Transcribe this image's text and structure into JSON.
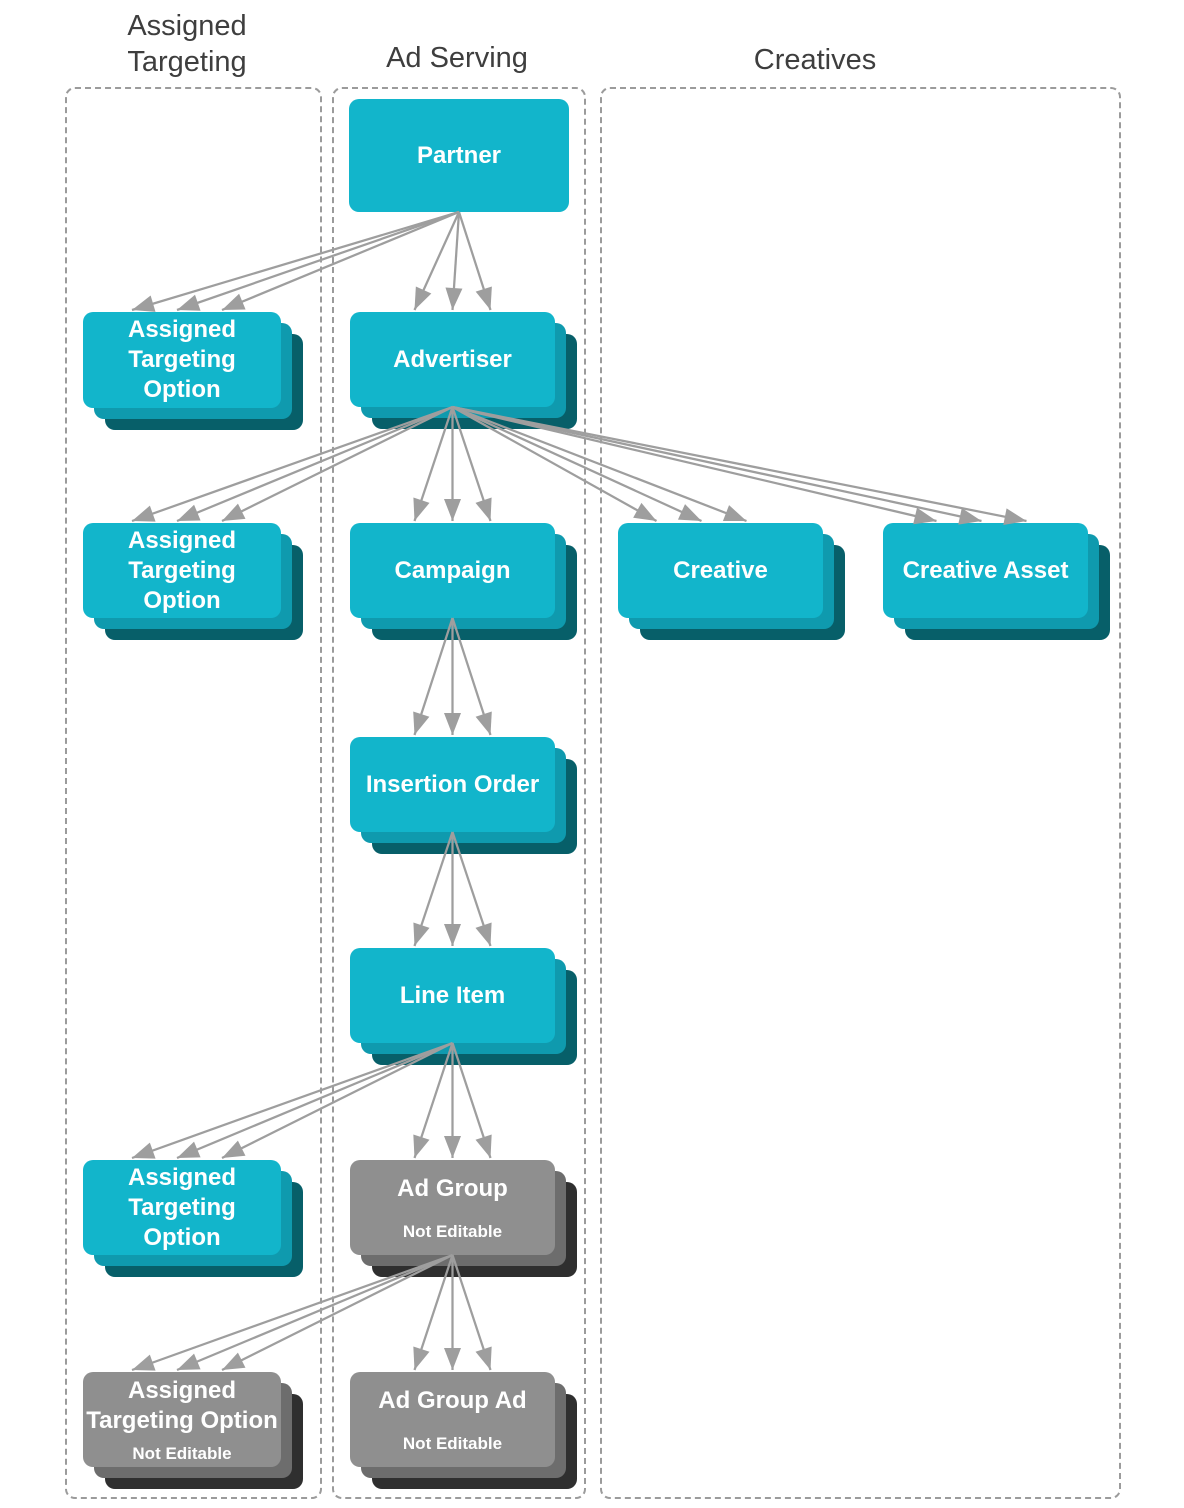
{
  "colors": {
    "editable_box": "#12b5cb",
    "editable_box_layer2": "#0f9aae",
    "editable_box_layer3": "#075f69",
    "not_editable_box": "#8f8f8f",
    "not_editable_box_layer2": "#6d6d6d",
    "not_editable_box_layer3": "#2f2f2f",
    "arrow": "#9e9e9e",
    "column_border": "#9b9b9b",
    "header_text": "#3e3e3e",
    "box_text": "#ffffff"
  },
  "headers": [
    {
      "id": "assigned-targeting",
      "label": "Assigned Targeting"
    },
    {
      "id": "ad-serving",
      "label": "Ad Serving"
    },
    {
      "id": "creatives",
      "label": "Creatives"
    }
  ],
  "nodes": [
    {
      "id": "partner",
      "label": "Partner",
      "label_lines": [
        "Partner"
      ],
      "sublabel": "",
      "column": "ad-serving",
      "style": "editable-single"
    },
    {
      "id": "assigned-targeting-option-1",
      "label": "Assigned Targeting Option",
      "label_lines": [
        "Assigned",
        "Targeting",
        "Option"
      ],
      "sublabel": "",
      "column": "assigned-targeting",
      "style": "editable-stacked"
    },
    {
      "id": "advertiser",
      "label": "Advertiser",
      "label_lines": [
        "Advertiser"
      ],
      "sublabel": "",
      "column": "ad-serving",
      "style": "editable-stacked"
    },
    {
      "id": "assigned-targeting-option-2",
      "label": "Assigned Targeting Option",
      "label_lines": [
        "Assigned",
        "Targeting",
        "Option"
      ],
      "sublabel": "",
      "column": "assigned-targeting",
      "style": "editable-stacked"
    },
    {
      "id": "campaign",
      "label": "Campaign",
      "label_lines": [
        "Campaign"
      ],
      "sublabel": "",
      "column": "ad-serving",
      "style": "editable-stacked"
    },
    {
      "id": "creative",
      "label": "Creative",
      "label_lines": [
        "Creative"
      ],
      "sublabel": "",
      "column": "creatives",
      "style": "editable-stacked"
    },
    {
      "id": "creative-asset",
      "label": "Creative Asset",
      "label_lines": [
        "Creative Asset"
      ],
      "sublabel": "",
      "column": "creatives",
      "style": "editable-stacked"
    },
    {
      "id": "insertion-order",
      "label": "Insertion Order",
      "label_lines": [
        "Insertion Order"
      ],
      "sublabel": "",
      "column": "ad-serving",
      "style": "editable-stacked"
    },
    {
      "id": "line-item",
      "label": "Line Item",
      "label_lines": [
        "Line Item"
      ],
      "sublabel": "",
      "column": "ad-serving",
      "style": "editable-stacked"
    },
    {
      "id": "assigned-targeting-option-3",
      "label": "Assigned Targeting Option",
      "label_lines": [
        "Assigned",
        "Targeting",
        "Option"
      ],
      "sublabel": "",
      "column": "assigned-targeting",
      "style": "editable-stacked"
    },
    {
      "id": "ad-group",
      "label": "Ad Group",
      "label_lines": [
        "Ad Group"
      ],
      "sublabel": "Not Editable",
      "column": "ad-serving",
      "style": "locked-stacked"
    },
    {
      "id": "assigned-targeting-option-4",
      "label": "Assigned Targeting Option",
      "label_lines": [
        "Assigned",
        "Targeting Option"
      ],
      "sublabel": "Not Editable",
      "column": "assigned-targeting",
      "style": "locked-stacked"
    },
    {
      "id": "ad-group-ad",
      "label": "Ad Group Ad",
      "label_lines": [
        "Ad Group Ad"
      ],
      "sublabel": "Not Editable",
      "column": "ad-serving",
      "style": "locked-stacked"
    }
  ],
  "edges": [
    {
      "from": "partner",
      "to": "assigned-targeting-option-1"
    },
    {
      "from": "partner",
      "to": "advertiser"
    },
    {
      "from": "advertiser",
      "to": "assigned-targeting-option-2"
    },
    {
      "from": "advertiser",
      "to": "campaign"
    },
    {
      "from": "advertiser",
      "to": "creative"
    },
    {
      "from": "advertiser",
      "to": "creative-asset"
    },
    {
      "from": "campaign",
      "to": "insertion-order"
    },
    {
      "from": "insertion-order",
      "to": "line-item"
    },
    {
      "from": "line-item",
      "to": "assigned-targeting-option-3"
    },
    {
      "from": "line-item",
      "to": "ad-group"
    },
    {
      "from": "ad-group",
      "to": "assigned-targeting-option-4"
    },
    {
      "from": "ad-group",
      "to": "ad-group-ad"
    }
  ]
}
